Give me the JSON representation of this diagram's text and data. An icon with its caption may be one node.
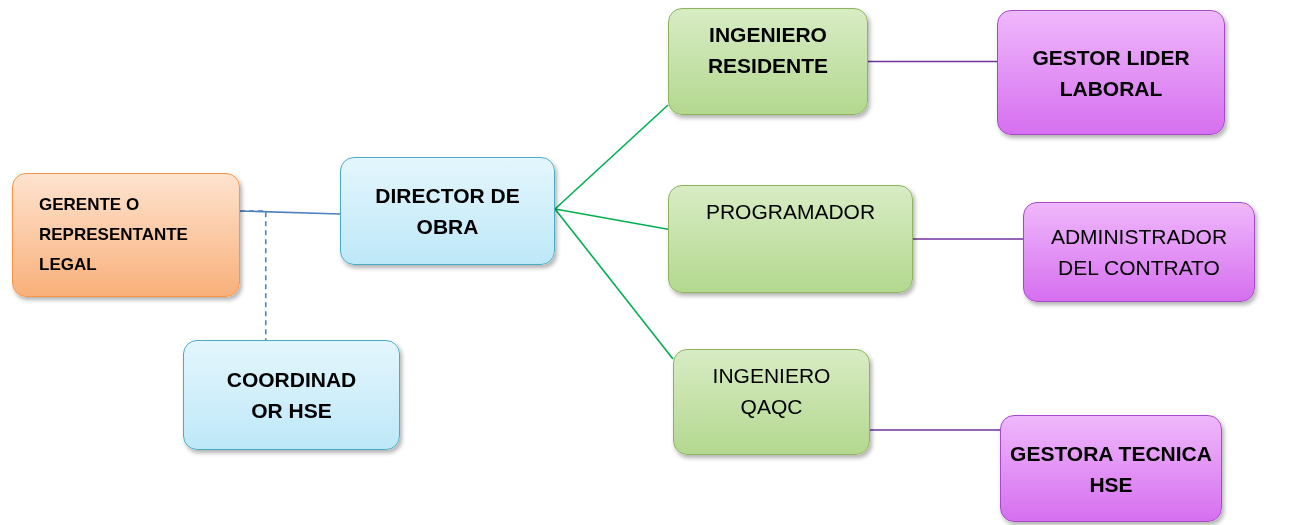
{
  "diagram": {
    "nodes": [
      {
        "text": [
          "GERENTE O REPRESENTANTE LEGAL"
        ]
      },
      {
        "text": [
          "DIRECTOR DE OBRA"
        ]
      },
      {
        "text": [
          "COORDINADOR HSE"
        ]
      },
      {
        "text": [
          "INGENIERO RESIDENTE"
        ]
      },
      {
        "text": [
          "PROGRAMADOR"
        ]
      },
      {
        "text": [
          "INGENIERO QAQC"
        ]
      },
      {
        "text": [
          "GESTOR LIDER LABORAL"
        ]
      },
      {
        "text": [
          "ADMINISTRADOR DEL CONTRATO"
        ]
      },
      {
        "text": [
          "GESTORA TECNICA HSE"
        ]
      }
    ],
    "edges": [
      {
        "from": 0,
        "to": 1,
        "arrow": "none",
        "color": "#4f81bd"
      },
      {
        "from": 0,
        "to": 2,
        "arrow": "none",
        "style": "dashed",
        "color": "#4f81bd"
      },
      {
        "from": 1,
        "to": 3,
        "arrow": "none"
      },
      {
        "from": 1,
        "to": 4,
        "arrow": "none"
      },
      {
        "from": 1,
        "to": 5,
        "arrow": "none"
      },
      {
        "from": 3,
        "to": 6,
        "arrow": "none",
        "color": "#7030a0"
      },
      {
        "from": 4,
        "to": 7,
        "arrow": "none",
        "color": "#7030a0"
      },
      {
        "from": 5,
        "to": 8,
        "arrow": "none",
        "color": "#7030a0"
      }
    ]
  }
}
